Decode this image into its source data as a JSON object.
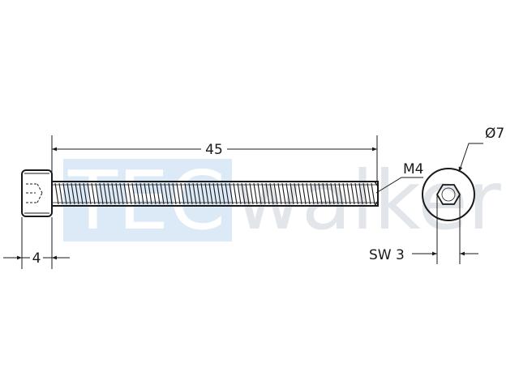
{
  "watermark": {
    "part1": "TEC",
    "part2": "walker",
    "box_color": "#dce9f7",
    "text1_color": "#ffffff",
    "text2_color": "#e2e6ea"
  },
  "drawing": {
    "line_color": "#1a1a1a",
    "dim_length": "45",
    "dim_head_height": "4",
    "thread_label": "M4",
    "head_diameter": "Ø7",
    "socket_size": "SW 3"
  }
}
